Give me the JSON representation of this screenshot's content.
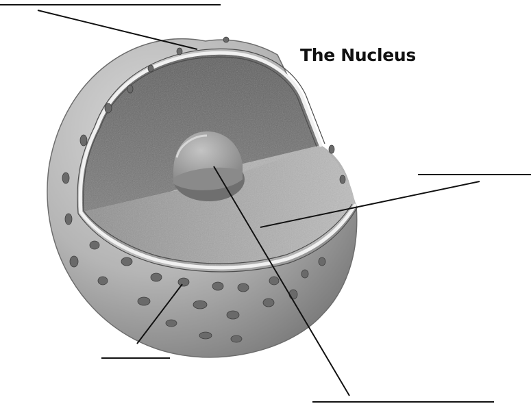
{
  "title": "The Nucleus",
  "colors": {
    "ink": "#111111",
    "membrane": "#b9b9b9",
    "membrane_shadow": "#7d7d7d",
    "chromatin_back": "#6e6e6e",
    "chromatin_floor": "#a9a9a9",
    "nucleolus": "#9a9a9a"
  },
  "labels": [
    {
      "id": "nuclear-envelope",
      "text": ""
    },
    {
      "id": "chromatin",
      "text": ""
    },
    {
      "id": "nuclear-pore",
      "text": ""
    },
    {
      "id": "nucleolus",
      "text": ""
    }
  ]
}
